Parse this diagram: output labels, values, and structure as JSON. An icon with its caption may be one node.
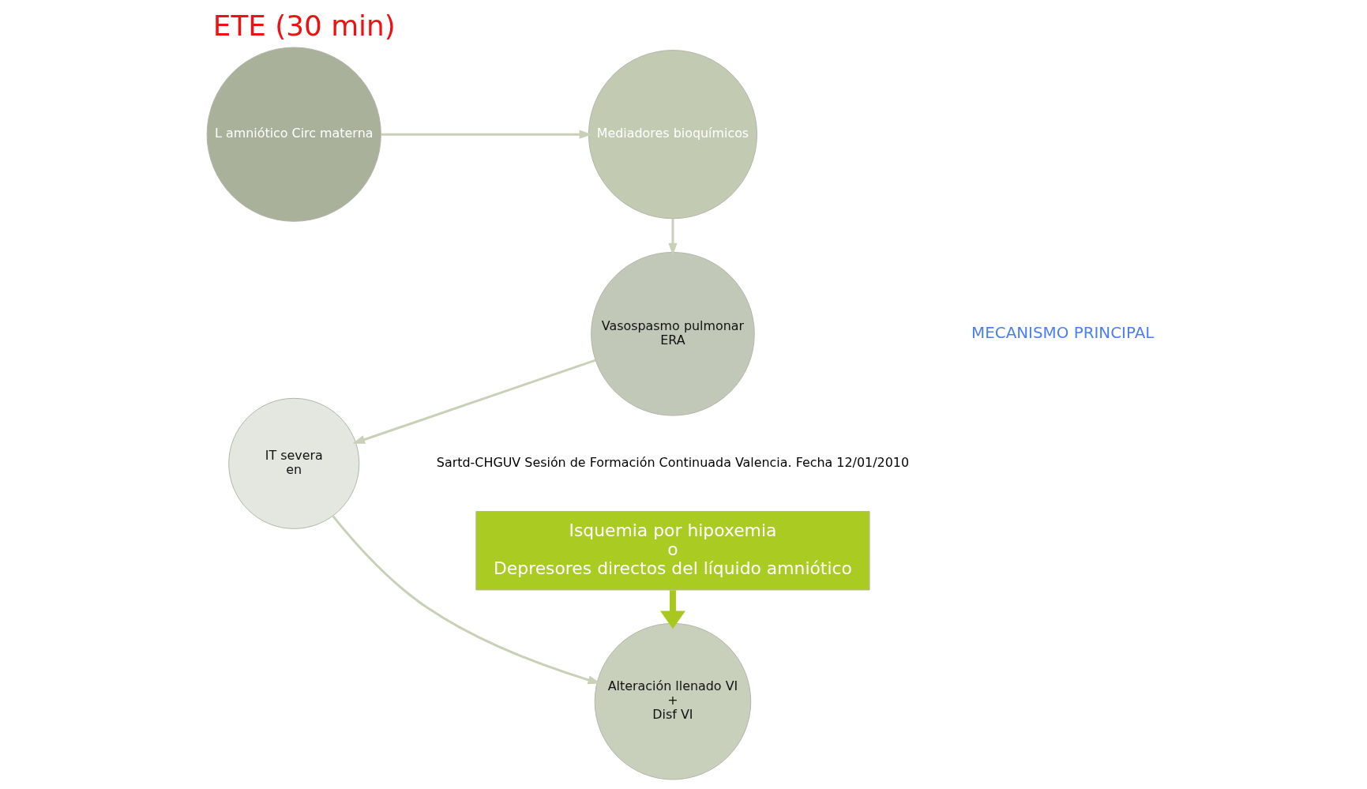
{
  "diagram": {
    "title": "ETE (30 min)",
    "caption": "Sartd-CHGUV Sesión de Formación Continuada Valencia. Fecha 12/01/2010",
    "nodes": [
      {
        "text": [
          "L amniótico Circ materna"
        ]
      },
      {
        "text": [
          "Mediadores bioquímicos"
        ]
      },
      {
        "text": [
          "Vasospasmo pulmonar",
          "ERA"
        ]
      },
      {
        "text": [
          "IT severa",
          "en"
        ]
      },
      {
        "text": [
          "Alteración llenado VI",
          "+",
          "Disf VI"
        ]
      },
      {
        "text": [
          "Isquemia por hipoxemia",
          "o",
          "Depresores directos del líquido amniótico"
        ]
      }
    ],
    "edges": [
      {
        "from": 0,
        "to": 1,
        "arrow": "to"
      },
      {
        "from": 1,
        "to": 2,
        "arrow": "to"
      },
      {
        "from": 2,
        "to": 3,
        "arrow": "to"
      },
      {
        "from": 3,
        "to": 4,
        "arrow": "to"
      },
      {
        "from": 5,
        "to": 4,
        "arrow": "to",
        "style": "thick",
        "color": "#a8c820"
      }
    ],
    "labels": [
      "MECANISMO PRINCIPAL"
    ]
  }
}
